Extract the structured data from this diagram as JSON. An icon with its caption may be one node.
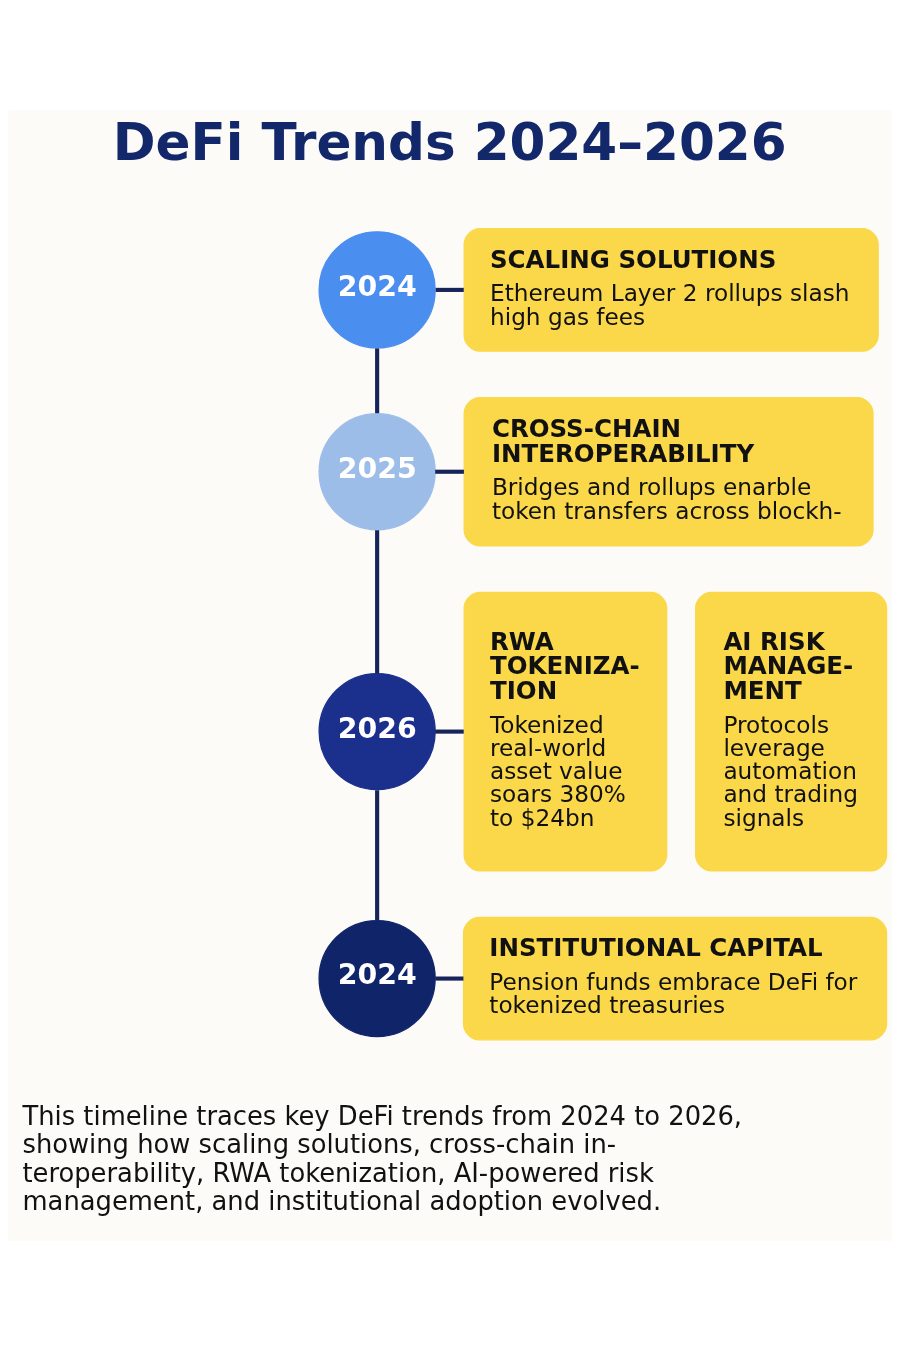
{
  "diagram": {
    "title": "DeFi Trends 2024–2026",
    "caption": "This timeline traces key DeFi trends from 2024 to 2026, showing how scaling solutions, cross-chain in- teroperability, RWA tokenization, AI-powered risk management, and institutional adoption evolved.",
    "nodes": [
      {
        "text": [
          "2024"
        ]
      },
      {
        "text": [
          "SCALING SOLUTIONS",
          "Ethereum Layer 2 rollups slash high gas fees"
        ]
      },
      {
        "text": [
          "2025"
        ]
      },
      {
        "text": [
          "CROSS-CHAIN INTEROPERABILITY",
          "Bridges and rollups enarble token transfers across blockh-"
        ]
      },
      {
        "text": [
          "2026"
        ]
      },
      {
        "text": [
          "RWA TOKENIZA- TION",
          "Tokenized real-world asset value soars 380% to $24bn"
        ]
      },
      {
        "text": [
          "AI RISK MANAGE- MENT",
          "Protocols leverage automation and trading signals"
        ]
      },
      {
        "text": [
          "2024"
        ]
      },
      {
        "text": [
          "INSTITUTIONAL CAPITAL",
          "Pension funds embrace DeFi for tokenized treasuries"
        ]
      }
    ],
    "edges": [
      {
        "from": 0,
        "to": 1,
        "arrow": "none"
      },
      {
        "from": 0,
        "to": 2,
        "arrow": "none"
      },
      {
        "from": 2,
        "to": 3,
        "arrow": "none"
      },
      {
        "from": 2,
        "to": 4,
        "arrow": "none"
      },
      {
        "from": 4,
        "to": 5,
        "arrow": "none"
      },
      {
        "from": 4,
        "to": 7,
        "arrow": "none"
      },
      {
        "from": 7,
        "to": 8,
        "arrow": "none"
      }
    ]
  }
}
